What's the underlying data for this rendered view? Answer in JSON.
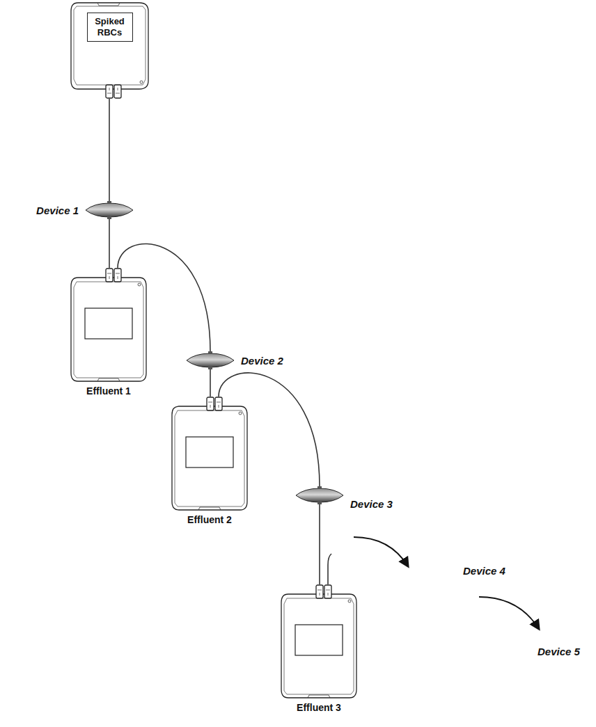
{
  "diagram": {
    "nodes": [
      {
        "text": [
          "Spiked RBCs"
        ]
      },
      {
        "text": [
          "Device 1"
        ]
      },
      {
        "text": [
          "Effluent 1"
        ]
      },
      {
        "text": [
          "Device 2"
        ]
      },
      {
        "text": [
          "Effluent 2"
        ]
      },
      {
        "text": [
          "Device 3"
        ]
      },
      {
        "text": [
          "Effluent 3"
        ]
      }
    ],
    "edges": [
      {
        "from": 0,
        "to": 1,
        "arrow": "none"
      },
      {
        "from": 1,
        "to": 2,
        "arrow": "none"
      },
      {
        "from": 2,
        "to": 3,
        "arrow": "none"
      },
      {
        "from": 3,
        "to": 4,
        "arrow": "none"
      },
      {
        "from": 4,
        "to": 5,
        "arrow": "none"
      },
      {
        "from": 5,
        "to": 6,
        "arrow": "none"
      }
    ],
    "labels": [
      "Device 4",
      "Device 5"
    ]
  }
}
